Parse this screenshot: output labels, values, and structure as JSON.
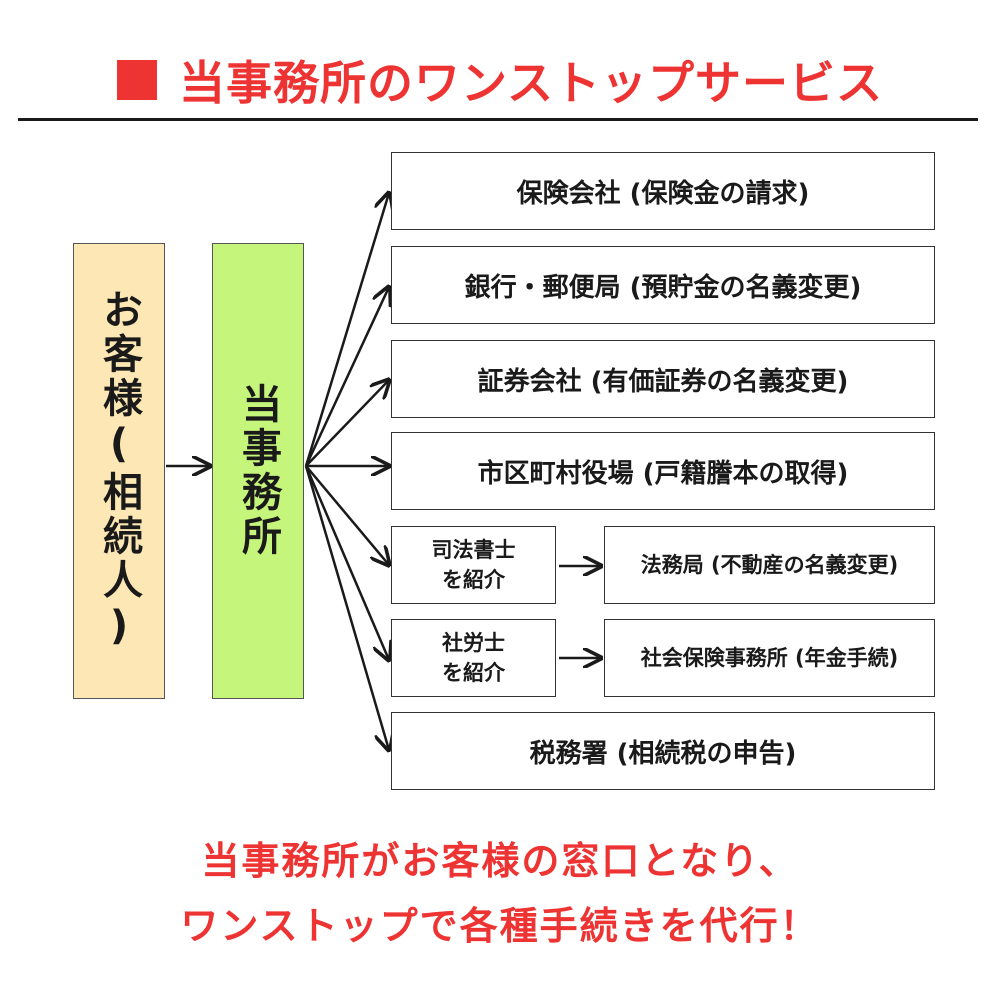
{
  "header": {
    "title": "当事務所のワンストップサービス",
    "accent_color": "#ee3333"
  },
  "left": {
    "customer_label": "お客様(相続人)",
    "customer_bg": "#fde8b5",
    "office_label": "当事務所",
    "office_bg": "#c5f57a"
  },
  "targets": {
    "insurance": "保険会社 (保険金の請求)",
    "bank": "銀行・郵便局 (預貯金の名義変更)",
    "securities": "証券会社 (有価証券の名義変更)",
    "municipal": "市区町村役場 (戸籍謄本の取得)",
    "scrivener_line1": "司法書士",
    "scrivener_line2": "を紹介",
    "legal_affairs": "法務局 (不動産の名義変更)",
    "labor_line1": "社労士",
    "labor_line2": "を紹介",
    "social_insurance": "社会保険事務所 (年金手続)",
    "tax_office": "税務署 (相続税の申告)"
  },
  "footer": {
    "line1": "当事務所がお客様の窓口となり、",
    "line2": "ワンストップで各種手続きを代行！"
  }
}
